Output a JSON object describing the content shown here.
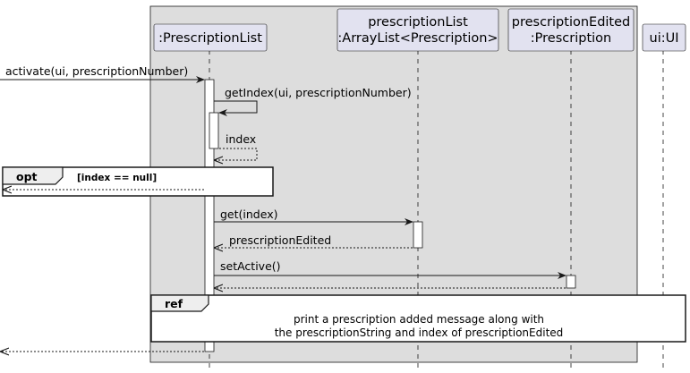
{
  "participants": {
    "prescription_list": ":PrescriptionList",
    "array_list_line1": "prescriptionList",
    "array_list_line2": ":ArrayList<Prescription>",
    "edited_line1": "prescriptionEdited",
    "edited_line2": ":Prescription",
    "ui": "ui:UI"
  },
  "messages": {
    "activate": "activate(ui, prescriptionNumber)",
    "get_index": "getIndex(ui, prescriptionNumber)",
    "index_return": "index",
    "get": "get(index)",
    "prescription_edited_return": "prescriptionEdited",
    "set_active": "setActive()"
  },
  "opt_fragment": {
    "title": "opt",
    "guard": "[index == null]"
  },
  "ref_fragment": {
    "title": "ref",
    "line1": "print a prescription added message along with",
    "line2": "the prescriptionString and index of prescriptionEdited"
  },
  "colors": {
    "box_fill": "#dddddd",
    "participant_fill": "#e2e2f0",
    "line": "#181818"
  }
}
